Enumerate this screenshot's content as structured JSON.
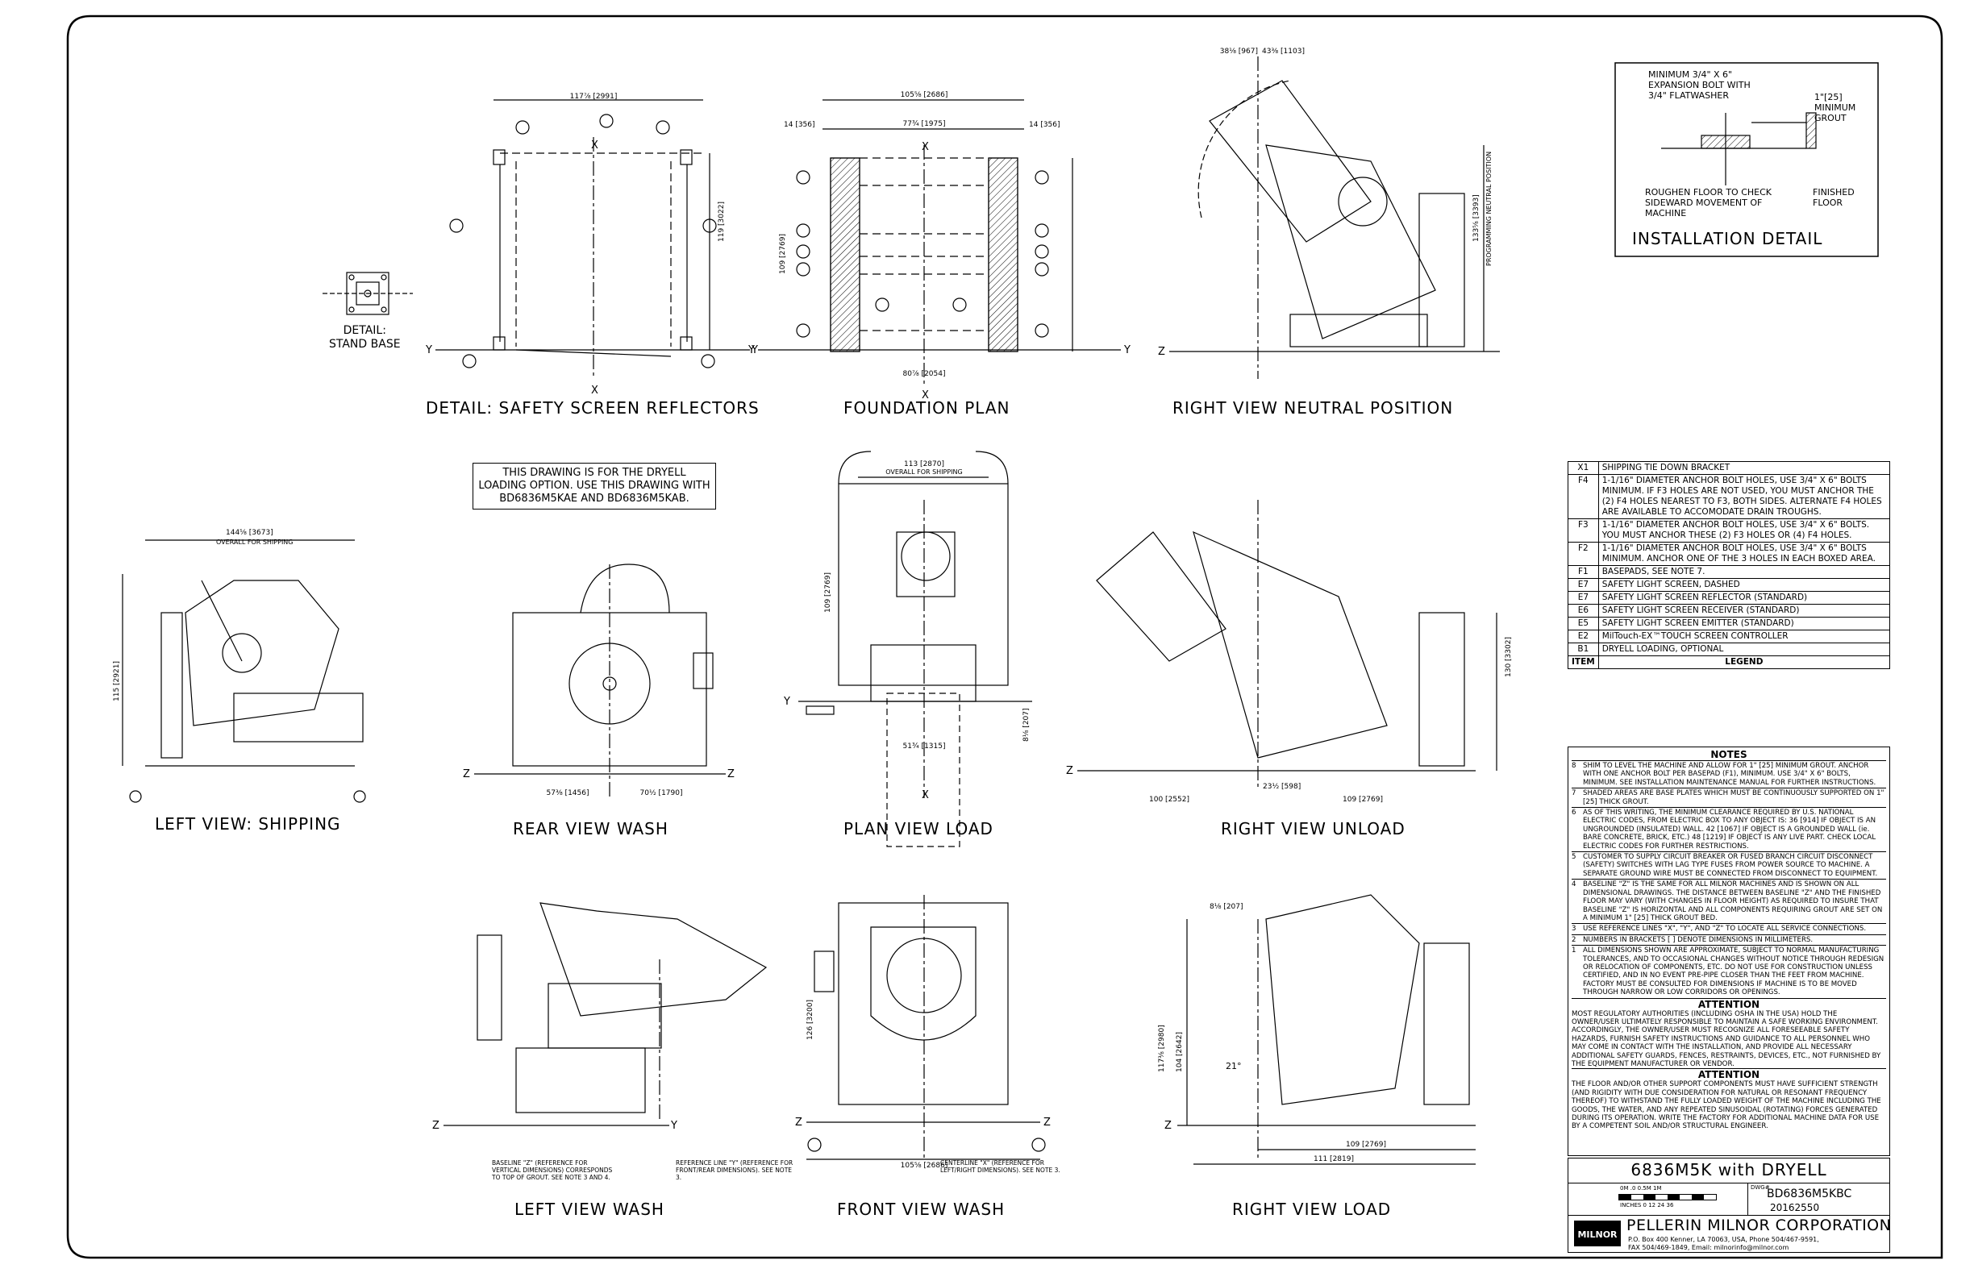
{
  "views": {
    "safety_screen": "DETAIL: SAFETY SCREEN REFLECTORS",
    "foundation": "FOUNDATION PLAN",
    "right_neutral": "RIGHT VIEW NEUTRAL POSITION",
    "left_shipping": "LEFT VIEW: SHIPPING",
    "rear_wash": "REAR VIEW WASH",
    "plan_load": "PLAN VIEW LOAD",
    "right_unload": "RIGHT VIEW UNLOAD",
    "left_wash": "LEFT VIEW WASH",
    "front_wash": "FRONT VIEW WASH",
    "right_load": "RIGHT VIEW LOAD",
    "stand_base": "DETAIL:\nSTAND BASE"
  },
  "dryell_note": "THIS DRAWING IS FOR THE DRYELL LOADING OPTION. USE THIS DRAWING WITH BD6836M5KAE AND BD6836M5KAB.",
  "installation_detail": {
    "title": "INSTALLATION DETAIL",
    "bolt": "MINIMUM 3/4\" X 6\" EXPANSION BOLT WITH 3/4\" FLATWASHER",
    "grout": "1\"[25] MINIMUM GROUT",
    "roughen": "ROUGHEN FLOOR TO CHECK SIDEWARD MOVEMENT OF MACHINE",
    "finished": "FINISHED FLOOR"
  },
  "legend": {
    "header_item": "ITEM",
    "header_legend": "LEGEND",
    "rows": [
      {
        "code": "X1",
        "text": "SHIPPING TIE DOWN BRACKET"
      },
      {
        "code": "F4",
        "text": "1-1/16\" DIAMETER ANCHOR BOLT HOLES, USE 3/4\" X 6\" BOLTS MINIMUM. IF F3 HOLES ARE NOT USED, YOU MUST ANCHOR THE (2) F4 HOLES NEAREST TO F3, BOTH SIDES. ALTERNATE F4 HOLES ARE AVAILABLE TO ACCOMODATE DRAIN TROUGHS."
      },
      {
        "code": "F3",
        "text": "1-1/16\" DIAMETER ANCHOR BOLT HOLES, USE 3/4\" X 6\" BOLTS. YOU MUST ANCHOR THESE (2) F3 HOLES OR (4) F4 HOLES."
      },
      {
        "code": "F2",
        "text": "1-1/16\" DIAMETER ANCHOR BOLT HOLES, USE 3/4\" X 6\" BOLTS MINIMUM. ANCHOR ONE OF THE 3 HOLES IN EACH BOXED AREA."
      },
      {
        "code": "F1",
        "text": "BASEPADS, SEE NOTE 7."
      },
      {
        "code": "E7",
        "text": "SAFETY LIGHT SCREEN, DASHED"
      },
      {
        "code": "E7",
        "text": "SAFETY LIGHT SCREEN REFLECTOR (STANDARD)"
      },
      {
        "code": "E6",
        "text": "SAFETY LIGHT SCREEN RECEIVER (STANDARD)"
      },
      {
        "code": "E5",
        "text": "SAFETY LIGHT SCREEN EMITTER (STANDARD)"
      },
      {
        "code": "E2",
        "text": "MilTouch-EX™TOUCH SCREEN CONTROLLER"
      },
      {
        "code": "B1",
        "text": "DRYELL LOADING, OPTIONAL"
      }
    ]
  },
  "notes": {
    "title": "NOTES",
    "items": [
      {
        "n": "8",
        "t": "SHIM TO LEVEL THE MACHINE AND ALLOW FOR 1\" [25] MINIMUM GROUT. ANCHOR WITH ONE ANCHOR BOLT PER BASEPAD (F1), MINIMUM. USE 3/4\" X 6\" BOLTS, MINIMUM. SEE INSTALLATION MAINTENANCE MANUAL FOR FURTHER INSTRUCTIONS."
      },
      {
        "n": "7",
        "t": "SHADED AREAS ARE BASE PLATES WHICH MUST BE CONTINUOUSLY SUPPORTED ON 1\"[25] THICK GROUT."
      },
      {
        "n": "6",
        "t": "AS OF THIS WRITING, THE MINIMUM CLEARANCE REQUIRED BY U.S. NATIONAL ELECTRIC CODES, FROM ELECTRIC BOX TO ANY OBJECT IS: 36 [914] IF OBJECT IS AN UNGROUNDED (INSULATED) WALL. 42 [1067] IF OBJECT IS A GROUNDED WALL (ie. BARE CONCRETE, BRICK, ETC.) 48 [1219] IF OBJECT IS ANY LIVE PART. CHECK LOCAL ELECTRIC CODES FOR FURTHER RESTRICTIONS."
      },
      {
        "n": "5",
        "t": "CUSTOMER TO SUPPLY CIRCUIT BREAKER OR FUSED BRANCH CIRCUIT DISCONNECT (SAFETY) SWITCHES WITH LAG TYPE FUSES FROM POWER SOURCE TO MACHINE. A SEPARATE GROUND WIRE MUST BE CONNECTED FROM DISCONNECT TO EQUIPMENT."
      },
      {
        "n": "4",
        "t": "BASELINE \"Z\" IS THE SAME FOR ALL MILNOR MACHINES AND IS SHOWN ON ALL DIMENSIONAL DRAWINGS. THE DISTANCE BETWEEN BASELINE \"Z\" AND THE FINISHED FLOOR MAY VARY (WITH CHANGES IN FLOOR HEIGHT) AS REQUIRED TO INSURE THAT BASELINE \"Z\" IS HORIZONTAL AND ALL COMPONENTS REQUIRING GROUT ARE SET ON A MINIMUM 1\" [25] THICK GROUT BED."
      },
      {
        "n": "3",
        "t": "USE REFERENCE LINES \"X\", \"Y\", AND \"Z\" TO LOCATE ALL SERVICE CONNECTIONS."
      },
      {
        "n": "2",
        "t": "NUMBERS IN BRACKETS [ ] DENOTE DIMENSIONS IN MILLIMETERS."
      },
      {
        "n": "1",
        "t": "ALL DIMENSIONS SHOWN ARE APPROXIMATE, SUBJECT TO NORMAL MANUFACTURING TOLERANCES, AND TO OCCASIONAL CHANGES WITHOUT NOTICE THROUGH REDESIGN OR RELOCATION OF COMPONENTS, ETC. DO NOT USE FOR CONSTRUCTION UNLESS CERTIFIED, AND IN NO EVENT PRE-PIPE CLOSER THAN THE FEET FROM MACHINE. FACTORY MUST BE CONSULTED FOR DIMENSIONS IF MACHINE IS TO BE MOVED THROUGH NARROW OR LOW CORRIDORS OR OPENINGS."
      }
    ],
    "attention1_title": "ATTENTION",
    "attention1": "MOST REGULATORY AUTHORITIES (INCLUDING OSHA IN THE USA) HOLD THE OWNER/USER ULTIMATELY RESPONSIBLE TO MAINTAIN A SAFE WORKING ENVIRONMENT. ACCORDINGLY, THE OWNER/USER MUST RECOGNIZE ALL FORESEEABLE SAFETY HAZARDS, FURNISH SAFETY INSTRUCTIONS AND GUIDANCE TO ALL PERSONNEL WHO MAY COME IN CONTACT WITH THE INSTALLATION, AND PROVIDE ALL NECESSARY ADDITIONAL SAFETY GUARDS, FENCES, RESTRAINTS, DEVICES, ETC., NOT FURNISHED BY THE EQUIPMENT MANUFACTURER OR VENDOR.",
    "attention2_title": "ATTENTION",
    "attention2": "THE FLOOR AND/OR OTHER SUPPORT COMPONENTS MUST HAVE SUFFICIENT STRENGTH (AND RIGIDITY WITH DUE CONSIDERATION FOR NATURAL OR RESONANT FREQUENCY THEREOF) TO WITHSTAND THE FULLY LOADED WEIGHT OF THE MACHINE INCLUDING THE GOODS, THE WATER, AND ANY REPEATED SINUSOIDAL (ROTATING) FORCES GENERATED DURING ITS OPERATION. WRITE THE FACTORY FOR ADDITIONAL MACHINE DATA FOR USE BY A COMPETENT SOIL AND/OR STRUCTURAL ENGINEER."
  },
  "title_block": {
    "model": "6836M5K with DRYELL",
    "dwg_label": "DWG#",
    "dwg": "BD6836M5KBC",
    "date": "20162550",
    "scale_top": "0M   .0   0.5M   1M",
    "scale_bottom": "INCHES 0  12  24  36",
    "company": "PELLERIN MILNOR CORPORATION",
    "address": "P.O. Box 400 Kenner, LA 70063, USA, Phone 504/467-9591,",
    "fax": "FAX 504/469-1849, Email: milnorinfo@milnor.com",
    "logo": "MILNOR"
  },
  "dims": {
    "ss_overall": "117⅞ [2991]",
    "ss_119": "119 [3022]",
    "fd_top": "105⅝ [2686]",
    "fd_mid": "77¾ [1975]",
    "fd_bot": "80⅞ [2054]",
    "fd_left": "14 [356]",
    "fd_right": "14 [356]",
    "fd_side": "109 [2769]",
    "rn_a": "38⅛ [967]",
    "rn_b": "43⅜ [1103]",
    "rn_h": "133⅝ [3393]",
    "rn_prog": "PROGRAMMING NEUTRAL POSITION",
    "ls_overall": "144⅝ [3673]",
    "ls_ship": "OVERALL FOR SHIPPING",
    "ls_h": "115 [2921]",
    "rw_a": "57⅜ [1456]",
    "rw_b": "70½ [1790]",
    "pl_over": "113 [2870]",
    "pl_ship": "OVERALL FOR SHIPPING",
    "pl_h": "109 [2769]",
    "pl_mid": "51¾ [1315]",
    "pl_8": "8⅛ [207]",
    "ru_a": "100 [2552]",
    "ru_b": "109 [2769]",
    "ru_c": "23½ [598]",
    "ru_h": "130 [3302]",
    "fw_top": "105⅝ [2686]",
    "fw_h": "126 [3200]",
    "rl_a": "109 [2769]",
    "rl_b": "111 [2819]",
    "rl_h1": "117⅜ [2980]",
    "rl_h2": "104 [2642]",
    "rl_8": "8⅛ [207]",
    "rl_angle": "21°"
  },
  "callouts": {
    "baseline_z": "BASELINE \"Z\" (REFERENCE FOR VERTICAL DIMENSIONS) CORRESPONDS TO TOP OF GROUT. SEE NOTE 3 AND 4.",
    "ref_y": "REFERENCE LINE \"Y\" (REFERENCE FOR FRONT/REAR DIMENSIONS). SEE NOTE 3.",
    "center_x": "CENTERLINE \"X\" (REFERENCE FOR LEFT/RIGHT DIMENSIONS). SEE NOTE 3."
  },
  "icons": [
    "milnor-logo"
  ]
}
